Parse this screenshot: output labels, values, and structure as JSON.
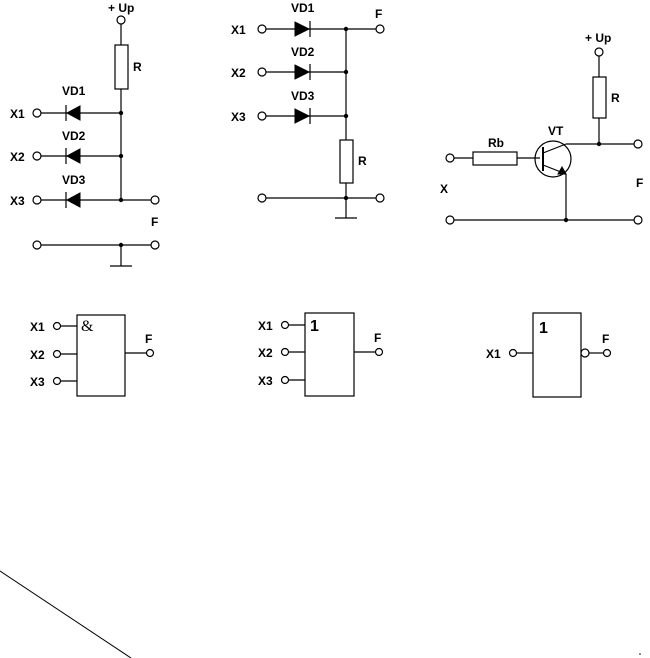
{
  "diode_and_gate": {
    "supply": "+ Up",
    "resistor": "R",
    "diodes": [
      "VD1",
      "VD2",
      "VD3"
    ],
    "inputs": [
      "X1",
      "X2",
      "X3"
    ],
    "output": "F"
  },
  "diode_or_gate": {
    "inputs": [
      "X1",
      "X2",
      "X3"
    ],
    "diodes": [
      "VD1",
      "VD2",
      "VD3"
    ],
    "resistor": "R",
    "output": "F"
  },
  "transistor_inverter": {
    "supply": "+ Up",
    "resistor": "R",
    "base_resistor": "Rb",
    "transistor": "VT",
    "input": "X",
    "output": "F"
  },
  "and_symbol": {
    "inputs": [
      "X1",
      "X2",
      "X3"
    ],
    "function": "&",
    "output": "F"
  },
  "or_symbol": {
    "inputs": [
      "X1",
      "X2",
      "X3"
    ],
    "function": "1",
    "output": "F"
  },
  "not_symbol": {
    "inputs": [
      "X1"
    ],
    "function": "1",
    "output": "F"
  }
}
